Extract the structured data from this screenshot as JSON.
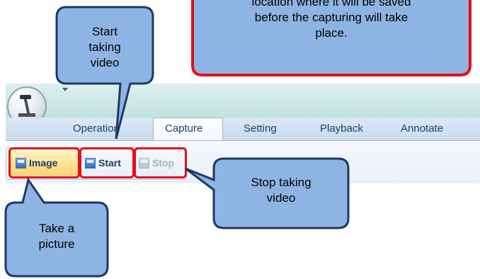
{
  "ribbon": {
    "tabs": [
      "Operation",
      "Capture",
      "Setting",
      "Playback",
      "Annotate"
    ],
    "active_tab": "Capture",
    "buttons": [
      {
        "label": "Image",
        "state": "active"
      },
      {
        "label": "Start",
        "state": "enabled"
      },
      {
        "label": "Stop",
        "state": "disabled"
      }
    ]
  },
  "callouts": {
    "start": {
      "line1": "Start",
      "line2": "taking",
      "line3": "video"
    },
    "top": {
      "line1": "location where it will be saved",
      "line2": "before the capturing will take",
      "line3": "place."
    },
    "stop": {
      "line1": "Stop taking",
      "line2": "video"
    },
    "take": {
      "line1": "Take a",
      "line2": "picture"
    }
  },
  "colors": {
    "callout_fill": "#8eb4e3",
    "callout_stroke": "#1f3864",
    "highlight": "#e4101a"
  }
}
